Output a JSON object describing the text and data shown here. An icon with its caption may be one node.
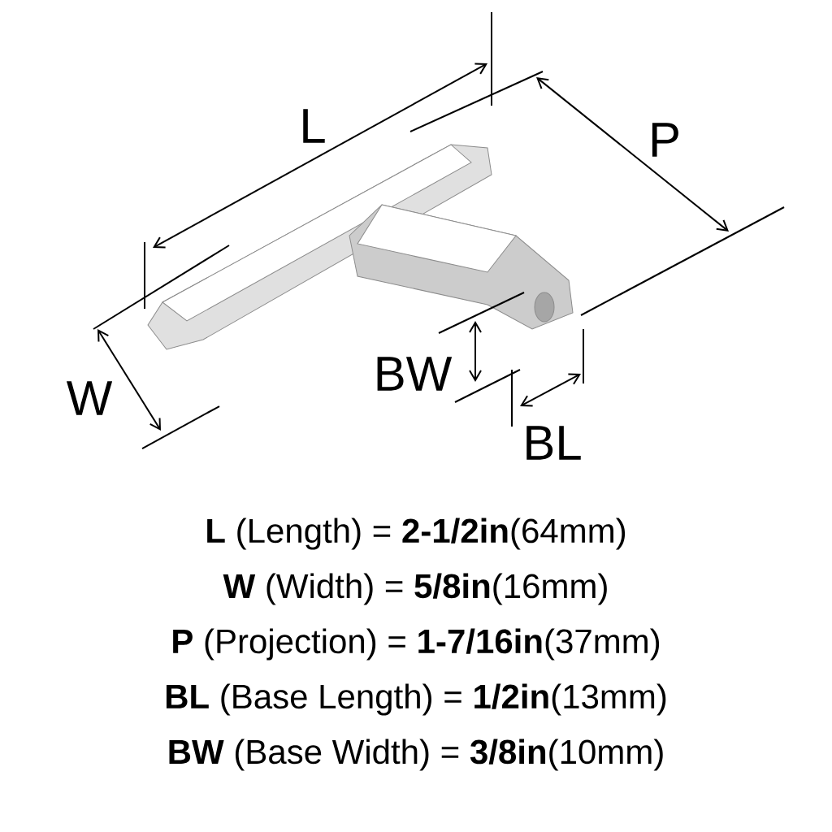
{
  "diagram": {
    "labels": [
      "L",
      "P",
      "W",
      "BW",
      "BL",
      "**L** (Length) = **2-1/2in**(64mm)",
      "**W** (Width) = **5/8in**(16mm)",
      "**P** (Projection) = **1-7/16in**(37mm)",
      "**BL** (Base Length) = **1/2in**(13mm)",
      "**BW** (Base Width) = **3/8in**(10mm)"
    ]
  }
}
